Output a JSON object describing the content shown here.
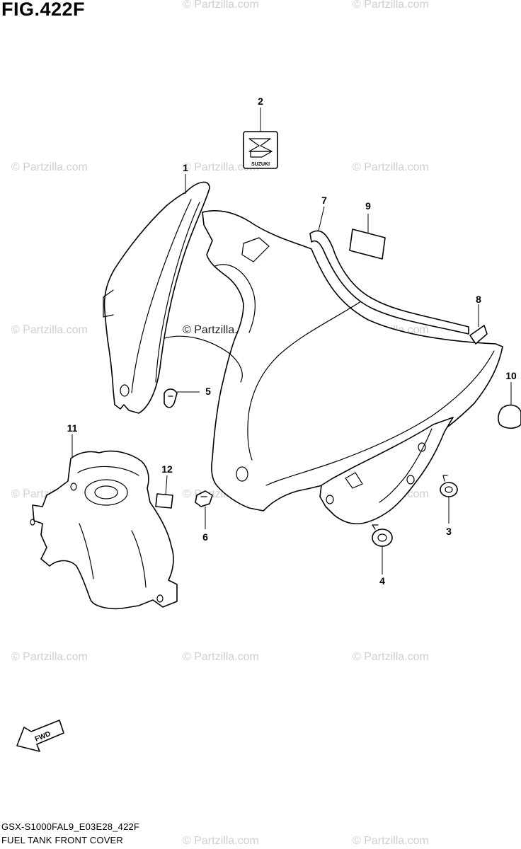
{
  "figure": {
    "title": "FIG.422F",
    "model_code": "GSX-S1000FAL9_E03E28_422F",
    "caption": "FUEL TANK FRONT COVER"
  },
  "watermark": "© Partzilla.com",
  "emblem": {
    "text": "SUZUKI"
  },
  "direction_arrow": {
    "text": "FWD"
  },
  "callouts": [
    "1",
    "2",
    "3",
    "4",
    "5",
    "6",
    "7",
    "8",
    "9",
    "10",
    "11",
    "12"
  ]
}
